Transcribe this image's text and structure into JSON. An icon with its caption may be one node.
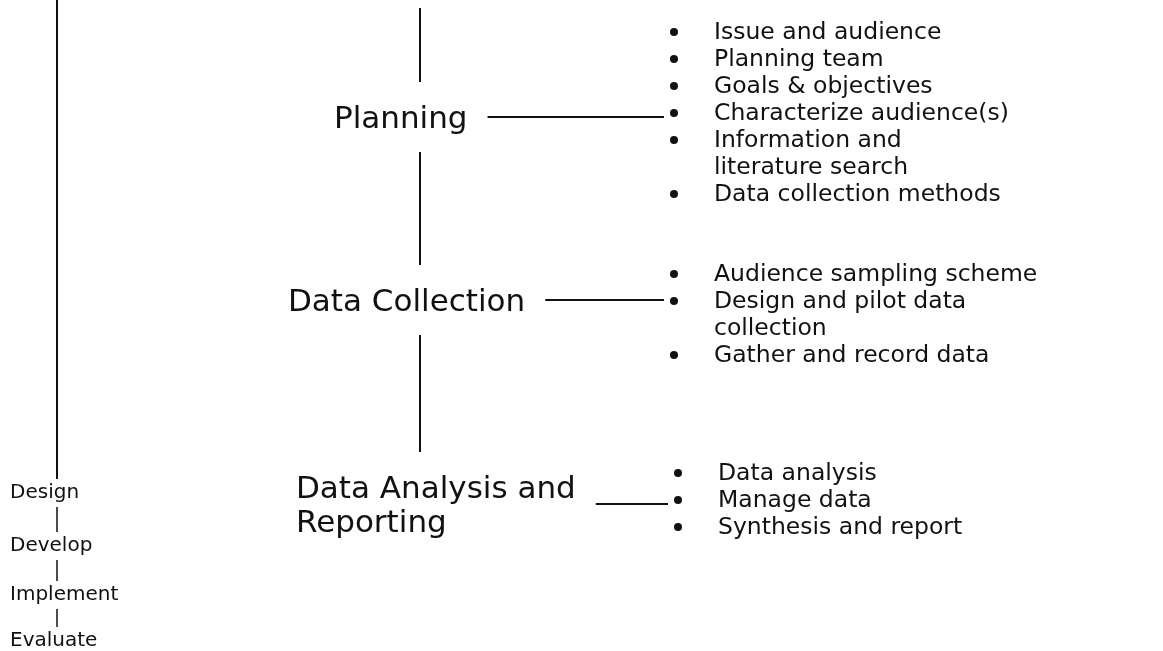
{
  "diagram": {
    "nodes": [
      {
        "text": [
          "Planning"
        ]
      },
      {
        "text": [
          "Data Collection"
        ]
      },
      {
        "text": [
          "Data Analysis and Reporting"
        ]
      },
      {
        "text": [
          "Issue and audience",
          "Planning team",
          "Goals & objectives",
          "Characterize audience(s)",
          "Information and literature search",
          "Data collection methods"
        ]
      },
      {
        "text": [
          "Audience sampling scheme",
          "Design and pilot data collection",
          "Gather and record data"
        ]
      },
      {
        "text": [
          "Data analysis",
          "Manage data",
          "Synthesis and report"
        ]
      },
      {
        "text": [
          "Design"
        ]
      },
      {
        "text": [
          "Develop"
        ]
      },
      {
        "text": [
          "Implement"
        ]
      },
      {
        "text": [
          "Evaluate"
        ]
      }
    ],
    "edges": [
      {
        "from": null,
        "to": 0,
        "arrow": "none"
      },
      {
        "from": 0,
        "to": 1,
        "arrow": "none"
      },
      {
        "from": 1,
        "to": 2,
        "arrow": "none"
      },
      {
        "from": 0,
        "to": 3,
        "arrow": "none"
      },
      {
        "from": 1,
        "to": 4,
        "arrow": "none"
      },
      {
        "from": 2,
        "to": 5,
        "arrow": "none"
      },
      {
        "from": null,
        "to": 6,
        "arrow": "none"
      },
      {
        "from": 6,
        "to": 7,
        "arrow": "none"
      },
      {
        "from": 7,
        "to": 8,
        "arrow": "none"
      },
      {
        "from": 8,
        "to": 9,
        "arrow": "none"
      }
    ]
  }
}
